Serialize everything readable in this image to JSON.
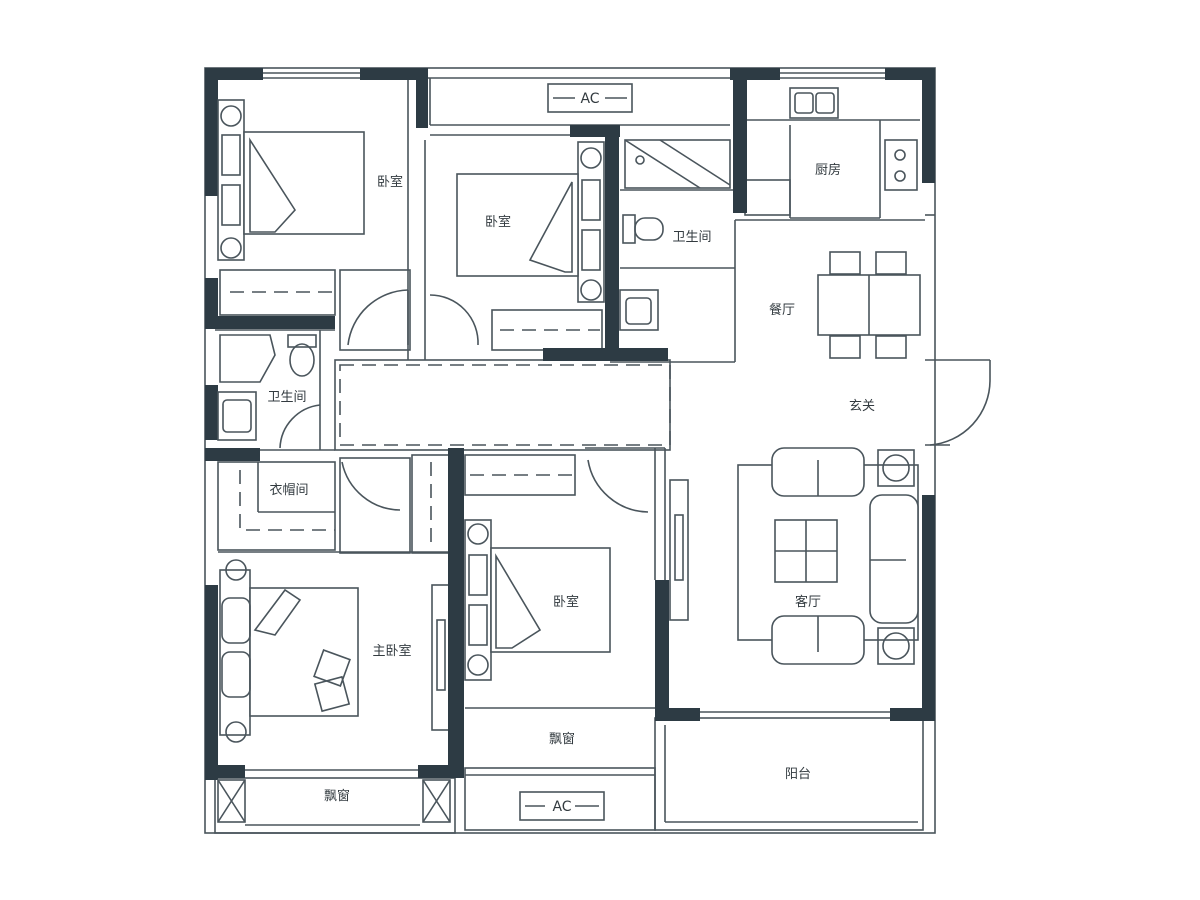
{
  "rooms": {
    "bedroom_top_left": "卧室",
    "bedroom_middle": "卧室",
    "bathroom_top": "卫生间",
    "kitchen": "厨房",
    "dining": "餐厅",
    "entrance": "玄关",
    "bathroom_left": "卫生间",
    "walk_in_closet": "衣帽间",
    "bedroom_lower": "卧室",
    "living_room": "客厅",
    "master_bedroom": "主卧室",
    "bay_window_master": "飘窗",
    "bay_window_lower": "飘窗",
    "balcony": "阳台"
  },
  "ac_units": {
    "top": "AC",
    "bottom": "AC"
  },
  "colors": {
    "wall": "#2d3b44",
    "line": "#4a555c",
    "text": "#333b40"
  }
}
